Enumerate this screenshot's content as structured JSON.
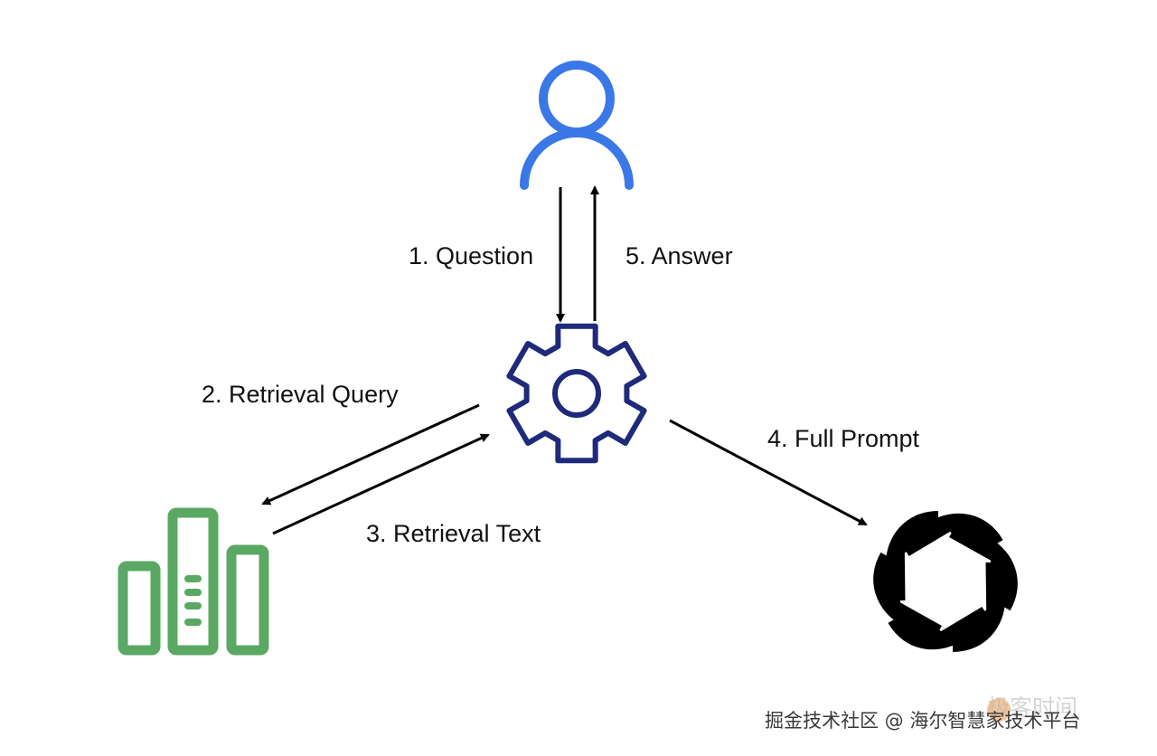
{
  "diagram": {
    "nodes": {
      "user": {
        "icon": "user-icon",
        "color": "#3b78e7"
      },
      "orchestrator": {
        "icon": "gear-icon",
        "color": "#1f2a7a"
      },
      "retrieval_store": {
        "icon": "bar-chart-database-icon",
        "color": "#5aa863"
      },
      "llm": {
        "icon": "openai-logo-icon",
        "color": "#000000"
      }
    },
    "edges": [
      {
        "from": "user",
        "to": "orchestrator",
        "label": "1. Question"
      },
      {
        "from": "orchestrator",
        "to": "retrieval_store",
        "label": "2. Retrieval Query"
      },
      {
        "from": "retrieval_store",
        "to": "orchestrator",
        "label": "3. Retrieval Text"
      },
      {
        "from": "orchestrator",
        "to": "llm",
        "label": "4. Full Prompt"
      },
      {
        "from": "orchestrator",
        "to": "user",
        "label": "5. Answer"
      }
    ]
  },
  "watermark": {
    "text": "掘金技术社区 @ 海尔智慧家技术平台",
    "overlay_text": "极客时间"
  }
}
